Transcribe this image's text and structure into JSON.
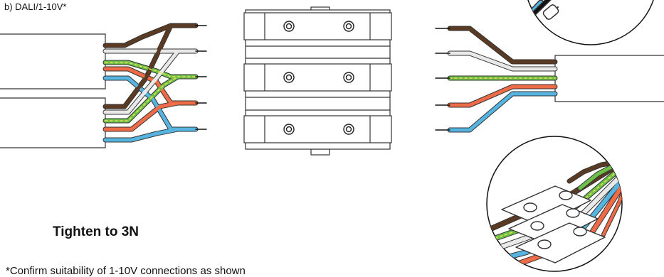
{
  "heading_label": "b)  DALI/1-10V*",
  "instruction": "Tighten to 3N",
  "footnote": "*Confirm suitability of 1-10V connections as shown",
  "wire_colors": {
    "brown": "#5a3a22",
    "grey": "#c8c8c8",
    "green": "#6cc04a",
    "yellow": "#e8e04a",
    "orange": "#ee6b47",
    "blue": "#56b4e0",
    "outline": "#333333"
  },
  "components": [
    "cable-left-upper",
    "cable-left-lower",
    "terminal-connector-block",
    "cable-right",
    "detail-inset-top",
    "detail-inset-bottom"
  ]
}
